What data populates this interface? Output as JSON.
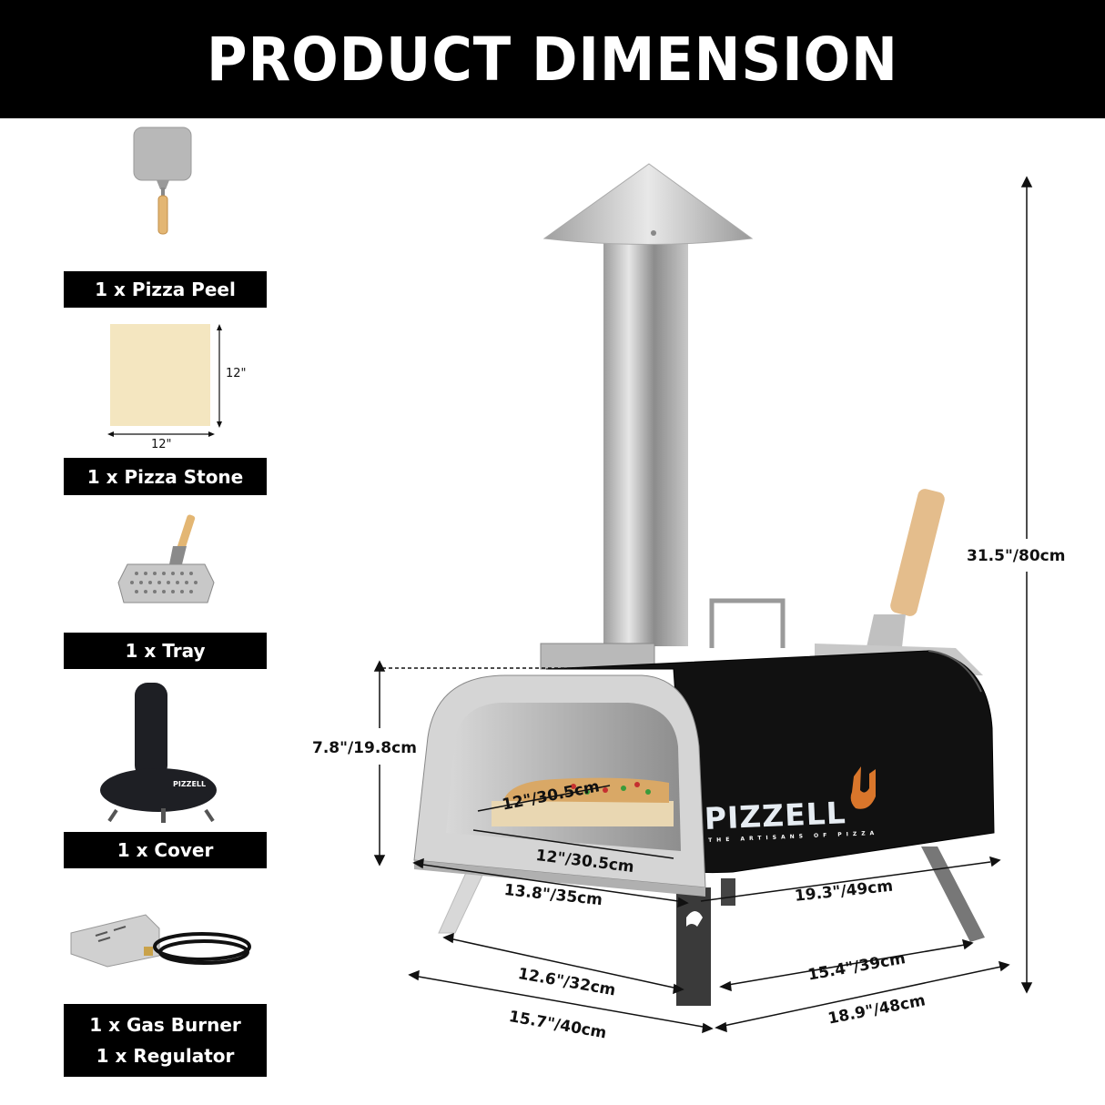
{
  "header": {
    "title": "PRODUCT DIMENSION"
  },
  "accessories": [
    {
      "label": "1 x Pizza Peel",
      "icon": "pizza-peel-image"
    },
    {
      "label": "1 x Pizza Stone",
      "icon": "pizza-stone-image",
      "dims": {
        "width": "12\"",
        "height": "12\""
      }
    },
    {
      "label": "1 x Tray",
      "icon": "perforated-tray-image"
    },
    {
      "label": "1 x Cover",
      "icon": "oven-cover-image",
      "cover_brand": "PIZZELL"
    },
    {
      "label_lines": [
        "1 x Gas Burner",
        "1 x Regulator"
      ],
      "icon": "gas-burner-regulator-image"
    }
  ],
  "product": {
    "brand": "PIZZELL",
    "tagline": "THE ARTISANS OF PIZZA",
    "accent_color": "#d9762b",
    "body_color": "#111111"
  },
  "dimensions": {
    "total_height": "31.5\"/80cm",
    "opening_height": "7.8\"/19.8cm",
    "stone_depth": "12\"/30.5cm",
    "stone_width": "12\"/30.5cm",
    "front_width": "13.8\"/35cm",
    "body_length": "19.3\"/49cm",
    "leg_span_front_inner": "12.6\"/32cm",
    "leg_span_side_inner": "15.4\"/39cm",
    "leg_span_front_outer": "15.7\"/40cm",
    "leg_span_side_outer": "18.9\"/48cm"
  }
}
